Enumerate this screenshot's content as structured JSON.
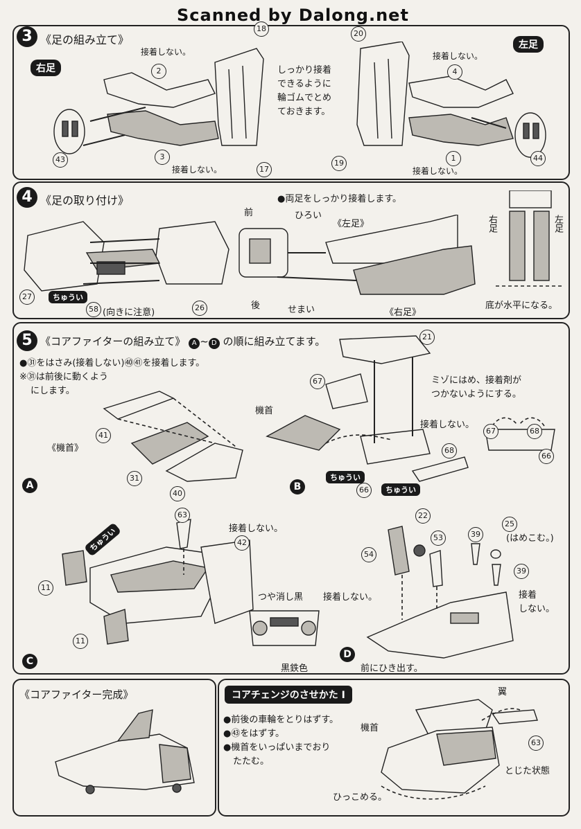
{
  "header": {
    "banner": "Scanned by Dalong.net"
  },
  "step3": {
    "number": "3",
    "title": "《足の組み立て》",
    "right_leg_label": "右足",
    "left_leg_label": "左足",
    "note_no_glue_1": "接着しない。",
    "note_no_glue_2": "接着しない。",
    "note_no_glue_3": "接着しない。",
    "note_no_glue_4": "接着しない。",
    "rubber_note": [
      "しっかり接着",
      "できるように",
      "輪ゴムでとめ",
      "ておきます。"
    ],
    "parts": [
      "18",
      "2",
      "43",
      "3",
      "17",
      "20",
      "4",
      "19",
      "1",
      "44"
    ]
  },
  "step4": {
    "number": "4",
    "title": "《足の取り付け》",
    "glue_note": "●両足をしっかり接着します。",
    "front": "前",
    "wide": "ひろい",
    "left_leg": "《左足》",
    "back": "後",
    "narrow": "せまい",
    "right_leg": "《右足》",
    "right_label": "右足",
    "left_label": "左足",
    "direction_note": "(向きに注意)",
    "bottom_note": "底が水平になる。",
    "caution": "ちゅうい",
    "parts": [
      "27",
      "58",
      "26"
    ]
  },
  "step5": {
    "number": "5",
    "title": "《コアファイターの組み立て》",
    "title_suffix": "の順に組み立てます。",
    "range_from": "A",
    "range_to": "D",
    "notes": [
      "●㉛をはさみ(接着しない)㊵㊶を接着します。",
      "※㉛は前後に動くよう",
      "にします。"
    ],
    "nose_label": "《機首》",
    "nose_b": "機首",
    "groove_note": [
      "ミゾにはめ、接着剤が",
      "つかないようにする。"
    ],
    "no_glue_b": "接着しない。",
    "no_glue_c": "接着しない。",
    "matte_black": "つや消し黒",
    "no_glue_d": "接着しない。",
    "gunmetal": "黒鉄色",
    "pull_front": "前にひき出す。",
    "insert_note": "(はめこむ。)",
    "glue_d": [
      "接着",
      "しない。"
    ],
    "caution_1": "ちゅうい",
    "caution_2": "ちゅうい",
    "caution_3": "ちゅうい",
    "sub_labels": [
      "A",
      "B",
      "C",
      "D"
    ],
    "parts_a": [
      "41",
      "31",
      "40"
    ],
    "parts_b": [
      "21",
      "67",
      "68",
      "66",
      "67",
      "68",
      "66"
    ],
    "parts_c": [
      "63",
      "42",
      "11",
      "11"
    ],
    "parts_d": [
      "22",
      "25",
      "53",
      "39",
      "54",
      "39"
    ]
  },
  "complete": {
    "title": "《コアファイター完成》"
  },
  "core_change": {
    "title": "コアチェンジのさせかた I",
    "steps": [
      "●前後の車輪をとりはずす。",
      "●㊸をはずす。",
      "●機首をいっぱいまでおり",
      "たたむ。"
    ],
    "wing": "翼",
    "nose": "機首",
    "closed": "とじた状態",
    "retract": "ひっこめる。",
    "part": "63"
  }
}
